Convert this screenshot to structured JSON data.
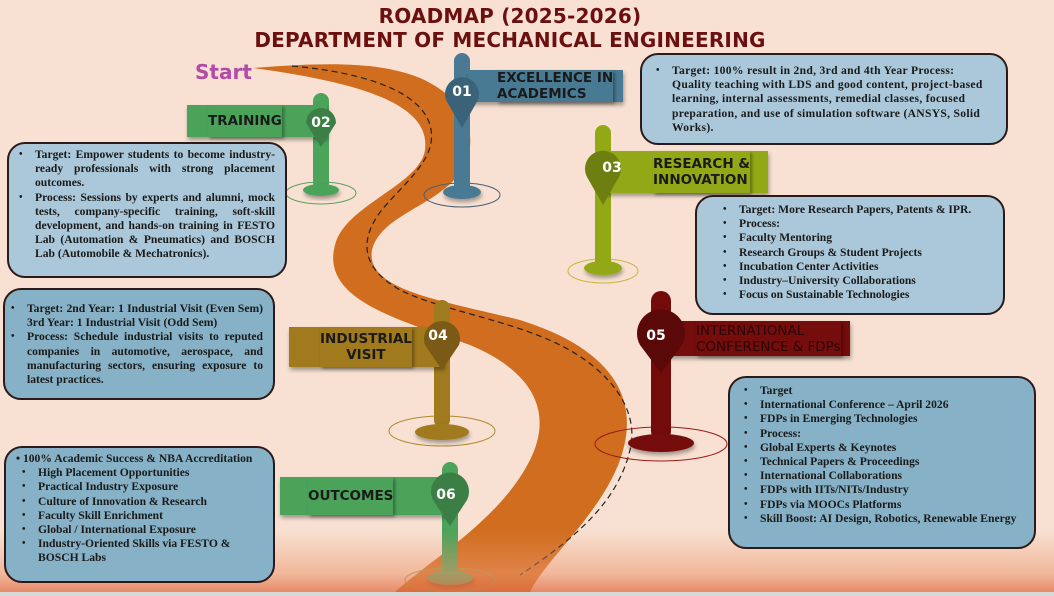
{
  "header": {
    "title_line1": "ROADMAP (2025-2026)",
    "title_line2": "DEPARTMENT OF MECHANICAL ENGINEERING",
    "title_color": "#6b0f0f"
  },
  "start_label": "Start",
  "road": {
    "color": "#d06d1e",
    "center_line": "dashed"
  },
  "milestones": [
    {
      "number": "01",
      "label_lines": [
        "EXCELLENCE IN",
        "ACADEMICS"
      ],
      "color": "#4a7a93",
      "pin_color": "#3a6379",
      "details": [
        "Target: 100% result in 2nd, 3rd and 4th Year Process: Quality teaching with LDS and good content, project-based learning, internal assessments, remedial classes, focused preparation, and use of simulation software (ANSYS, Solid Works)."
      ]
    },
    {
      "number": "02",
      "label_lines": [
        "TRAINING"
      ],
      "color": "#4ca35a",
      "pin_color": "#3b7f47",
      "details": [
        "Target: Empower students to become industry-ready professionals with strong placement outcomes.",
        "Process: Sessions by experts and alumni, mock tests, company-specific training, soft-skill development, and hands-on training in FESTO Lab (Automation & Pneumatics) and BOSCH Lab (Automobile & Mechatronics)."
      ]
    },
    {
      "number": "03",
      "label_lines": [
        "RESEARCH &",
        "INNOVATION"
      ],
      "color": "#93a815",
      "pin_color": "#6e7f12",
      "details": [
        "Target: More Research Papers, Patents & IPR.",
        "Process:",
        "Faculty Mentoring",
        "Research Groups & Student Projects",
        "Incubation Center Activities",
        "Industry–University Collaborations",
        "Focus on Sustainable Technologies"
      ]
    },
    {
      "number": "04",
      "label_lines": [
        "INDUSTRIAL",
        "VISIT"
      ],
      "color": "#a07a1e",
      "pin_color": "#7a5a16",
      "details": [
        "Target: 2nd Year: 1 Industrial Visit (Even Sem) 3rd Year: 1 Industrial Visit (Odd Sem)",
        "Process: Schedule industrial visits to reputed companies in automotive, aerospace, and manufacturing sectors, ensuring exposure to latest practices."
      ]
    },
    {
      "number": "05",
      "label_lines": [
        "INTERNATIONAL",
        "CONFERENCE & FDPs"
      ],
      "color": "#740b0b",
      "pin_color": "#5a0808",
      "details": [
        "Target",
        "International Conference – April 2026",
        "FDPs in Emerging Technologies",
        "Process:",
        "Global Experts & Keynotes",
        "Technical Papers & Proceedings",
        "International Collaborations",
        "FDPs with IITs/NITs/Industry",
        "FDPs via MOOCs Platforms",
        "Skill Boost: AI Design, Robotics, Renewable Energy"
      ]
    },
    {
      "number": "06",
      "label_lines": [
        "OUTCOMES"
      ],
      "color": "#4ca35a",
      "pin_color": "#3b7f47",
      "details": [
        "• 100% Academic Success & NBA Accreditation",
        "High Placement Opportunities",
        "Practical Industry Exposure",
        "Culture of Innovation & Research",
        "Faculty Skill Enrichment",
        "Global / International Exposure",
        "Industry-Oriented Skills via FESTO & BOSCH Labs"
      ]
    }
  ]
}
